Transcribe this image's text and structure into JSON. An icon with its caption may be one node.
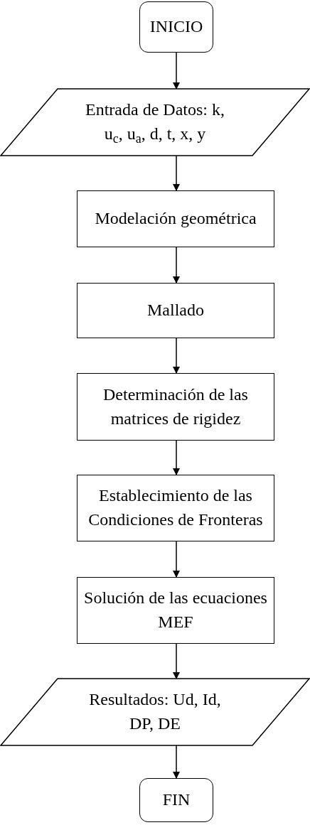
{
  "diagram": {
    "nodes": [
      {
        "text": [
          "INICIO"
        ]
      },
      {
        "text": [
          "Entrada de Datos: k, u$_{c}$, u$_{a}$, d, t, x, y"
        ]
      },
      {
        "text": [
          "Modelación geométrica"
        ]
      },
      {
        "text": [
          "Mallado"
        ]
      },
      {
        "text": [
          "Determinación de las matrices de rigidez"
        ]
      },
      {
        "text": [
          "Establecimiento de las Condiciones de Fronteras"
        ]
      },
      {
        "text": [
          "Solución de las ecuaciones MEF"
        ]
      },
      {
        "text": [
          "Resultados: Ud, Id, DP, DE"
        ]
      },
      {
        "text": [
          "FIN"
        ]
      }
    ],
    "edges": [
      {
        "from": 0,
        "to": 1,
        "arrow": "to"
      },
      {
        "from": 1,
        "to": 2,
        "arrow": "to"
      },
      {
        "from": 2,
        "to": 3,
        "arrow": "to"
      },
      {
        "from": 3,
        "to": 4,
        "arrow": "to"
      },
      {
        "from": 4,
        "to": 5,
        "arrow": "to"
      },
      {
        "from": 5,
        "to": 6,
        "arrow": "to"
      },
      {
        "from": 6,
        "to": 7,
        "arrow": "to"
      },
      {
        "from": 7,
        "to": 8,
        "arrow": "to"
      }
    ]
  }
}
